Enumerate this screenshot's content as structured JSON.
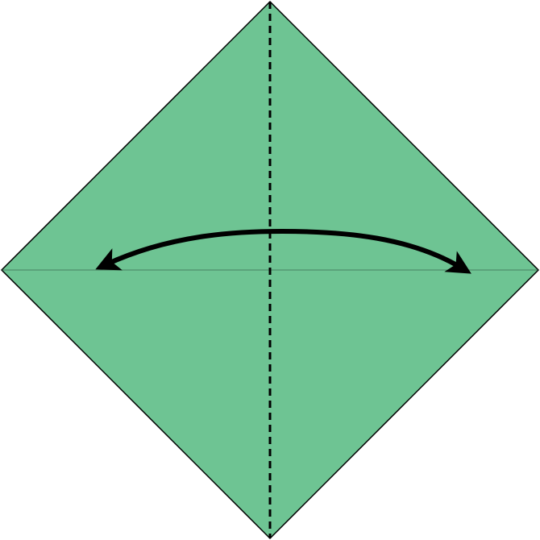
{
  "diagram": {
    "kind": "origami-step",
    "shape": "diamond-square",
    "colors": {
      "paper": "#6EC493",
      "edge": "#000000",
      "crease": "#3d6b4f",
      "fold_line": "#000000",
      "arrow": "#000000"
    },
    "lines": {
      "horizontal_crease": "existing-crease",
      "vertical_fold": "valley-fold-dashed"
    },
    "arrow": {
      "type": "fold-arrow-curved",
      "direction": "left-to-right",
      "heads": "both"
    }
  }
}
